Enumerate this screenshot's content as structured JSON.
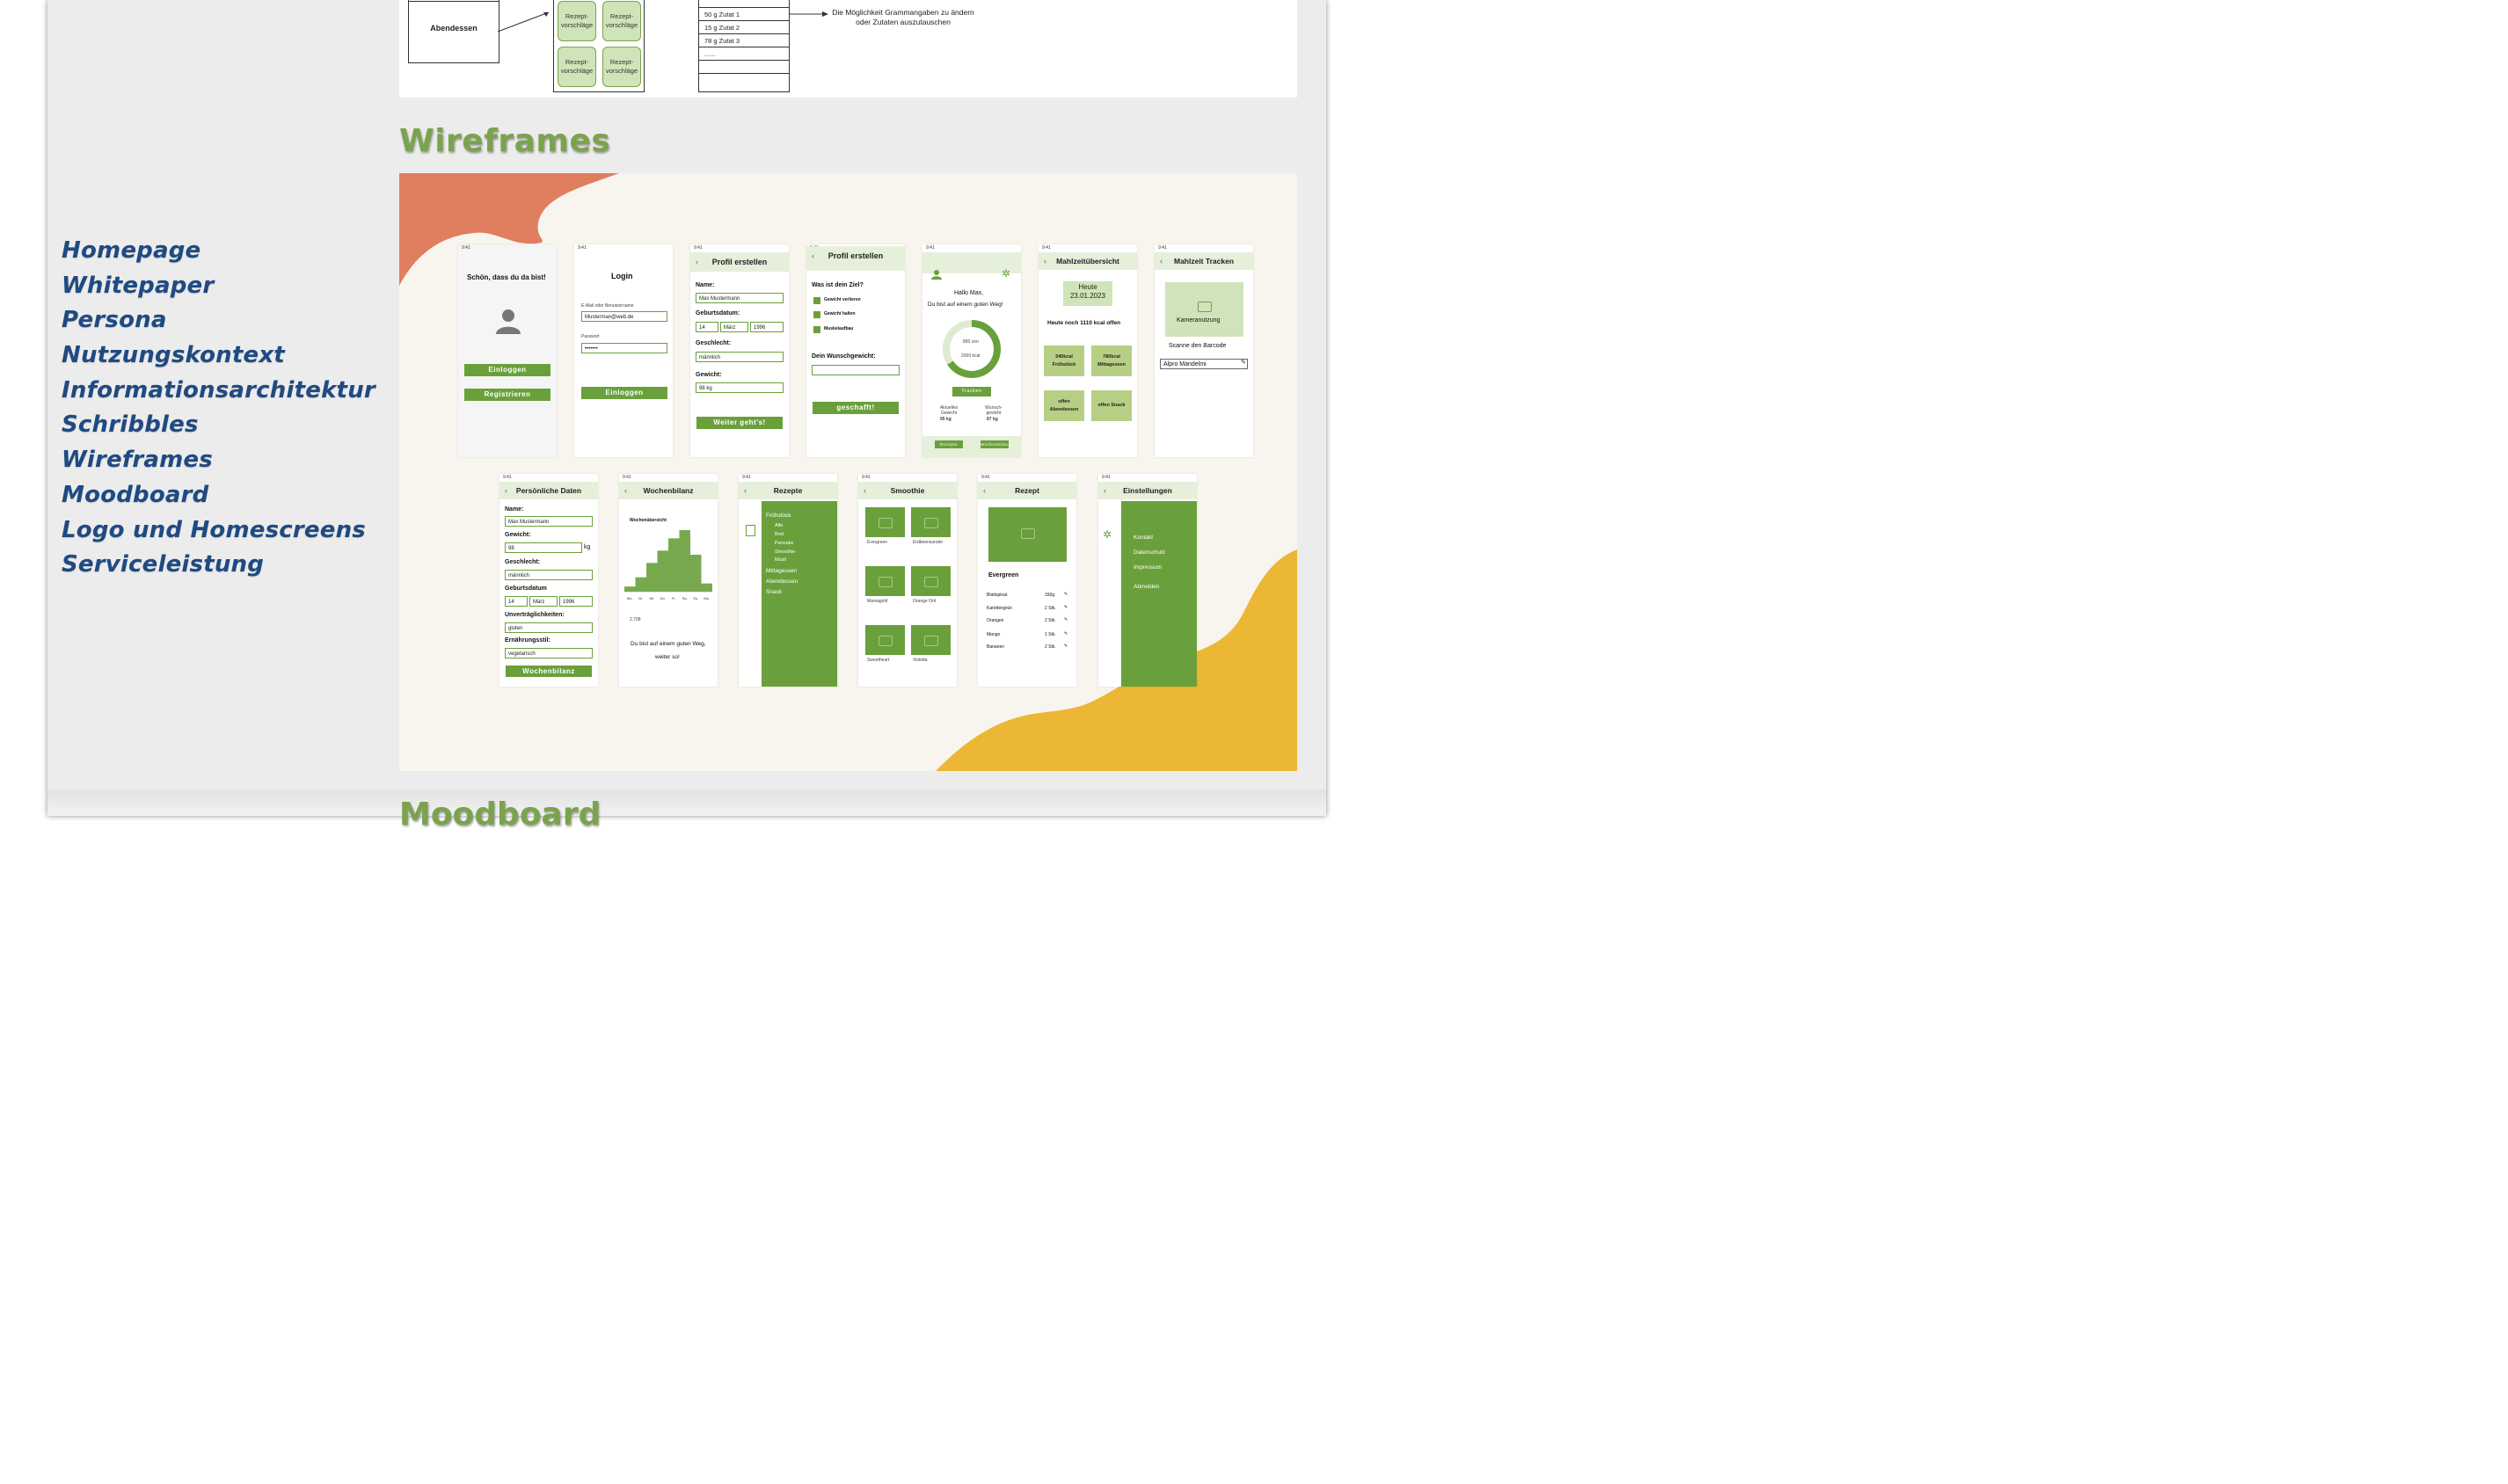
{
  "nav": [
    "Homepage",
    "Whitepaper",
    "Persona",
    "Nutzungskontext",
    "Informationsarchitektur",
    "Schribbles",
    "Wireframes",
    "Moodboard",
    "Logo und Homescreens",
    "Serviceleistung"
  ],
  "sections": {
    "wireframes": "Wireframes",
    "moodboard": "Moodboard"
  },
  "ia": {
    "abendessen": "Abendessen",
    "rezept_vorschlaege": "Rezept-vorschläge",
    "zutaten": [
      "50 g  Zutat 1",
      "15 g  Zutat 2",
      "78 g  Zutat 3",
      "......"
    ],
    "note": "Die Möglichkeit Grammangaben zu ändern oder Zutaten auszutauschen"
  },
  "screens": {
    "time": "9:41",
    "welcome": {
      "title": "Schön, dass du da bist!",
      "login_btn": "Einloggen",
      "register_btn": "Registrieren"
    },
    "login": {
      "title": "Login",
      "user_label": "E-Mail oder Benutzername",
      "user_value": "Musterman@web.de",
      "pass_label": "Passwort",
      "pass_value": "•••••••",
      "btn": "Einloggen"
    },
    "profil1": {
      "title": "Profil erstellen",
      "name_label": "Name:",
      "name_value": "Max Mustermann",
      "birth_label": "Geburtsdatum:",
      "day": "14",
      "month": "März",
      "year": "1996",
      "gender_label": "Geschlecht:",
      "gender_value": "männlich",
      "weight_label": "Gewicht:",
      "weight_value": "98 kg",
      "btn": "Weiter geht's!"
    },
    "profil2": {
      "title": "Profil erstellen",
      "goal_label": "Was ist dein Ziel?",
      "goals": [
        "Gewicht verlieren",
        "Gewicht halten",
        "Muskelaufbau"
      ],
      "wish_label": "Dein Wunschgewicht:",
      "btn": "geschafft!"
    },
    "home": {
      "greeting": "Hallo Max,",
      "sub": "Du bist auf einem guten Weg!",
      "ring_top": "890 von",
      "ring_bottom": "2000 kcal",
      "track_btn": "Tracken",
      "current_label": "Aktuelles Gewicht",
      "current_value": "95 kg",
      "wish_label": "Wunsch-gewicht",
      "wish_value": "87 kg",
      "tab1": "Rezepte",
      "tab2": "Wochenbilanz"
    },
    "mahlzeit": {
      "title": "Mahlzeitübersicht",
      "today": "Heute",
      "date": "23.01.2023",
      "remaining": "Heute noch 1110 kcal offen",
      "tiles": [
        "340kcal Frühstück",
        "780kcal Mittagessen",
        "offen Abendessen",
        "offen Snack"
      ]
    },
    "tracken": {
      "title": "Mahlzeit Tracken",
      "camera": "Kameranutzung",
      "scan": "Scanne den Barcode",
      "search_value": "Alpro Mandelmi"
    },
    "personal": {
      "title": "Persönliche Daten",
      "name_label": "Name:",
      "name_value": "Max Mustermann",
      "weight_label": "Gewicht:",
      "weight_value": "98",
      "weight_unit": "kg",
      "gender_label": "Geschlecht:",
      "gender_value": "männlich",
      "birth_label": "Geburtsdatum",
      "day": "14",
      "month": "März",
      "year": "1996",
      "intol_label": "Unverträglichkeiten:",
      "intol_value": "gluten",
      "diet_label": "Ernährungsstil:",
      "diet_value": "vegetarisch",
      "btn": "Wochenbilanz"
    },
    "woche": {
      "title": "Wochenbilanz",
      "chart_title": "Wochenübersicht",
      "days": [
        "Mo.",
        "Di.",
        "Mi.",
        "Do.",
        "Fr.",
        "Sa.",
        "So.",
        "Mo."
      ],
      "kcal": "2.708",
      "message1": "Du bist auf einem guten Weg,",
      "message2": "weiter so!"
    },
    "rezepte": {
      "title": "Rezepte",
      "main": [
        "Frühstück",
        "Mittagessen",
        "Abendessen",
        "Snack"
      ],
      "sub": [
        "Alle",
        "Brot",
        "Pancake",
        "Smoothie",
        "Müsli"
      ]
    },
    "smoothie": {
      "title": "Smoothie",
      "items": [
        "Evergreen",
        "Erdbeerwunder",
        "Mamagold",
        "Orange Orit",
        "Sweetheart",
        "Violetta"
      ]
    },
    "rezept": {
      "title": "Rezept",
      "name": "Evergreen",
      "ingredients": [
        {
          "name": "Blattspinat",
          "amount": "150g"
        },
        {
          "name": "Karottengrün",
          "amount": "2 Stk."
        },
        {
          "name": "Orangen",
          "amount": "2 Stk."
        },
        {
          "name": "Mango",
          "amount": "1 Stk."
        },
        {
          "name": "Bananen",
          "amount": "2 Stk."
        }
      ]
    },
    "settings": {
      "title": "Einstellungen",
      "items": [
        "Kontakt",
        "Datenschutz",
        "Impressum",
        "Abmelden"
      ]
    }
  },
  "colors": {
    "nav": "#1f4a82",
    "heading": "#7ba34e",
    "wire_green": "#6aa03b",
    "orange": "#e07e60",
    "yellow": "#ebb734"
  },
  "chart_data": {
    "type": "bar",
    "categories": [
      "Mo.",
      "Di.",
      "Mi.",
      "Do.",
      "Fr.",
      "Sa.",
      "So.",
      "Mo."
    ],
    "values": [
      5,
      14,
      28,
      40,
      52,
      60,
      36,
      8
    ]
  }
}
